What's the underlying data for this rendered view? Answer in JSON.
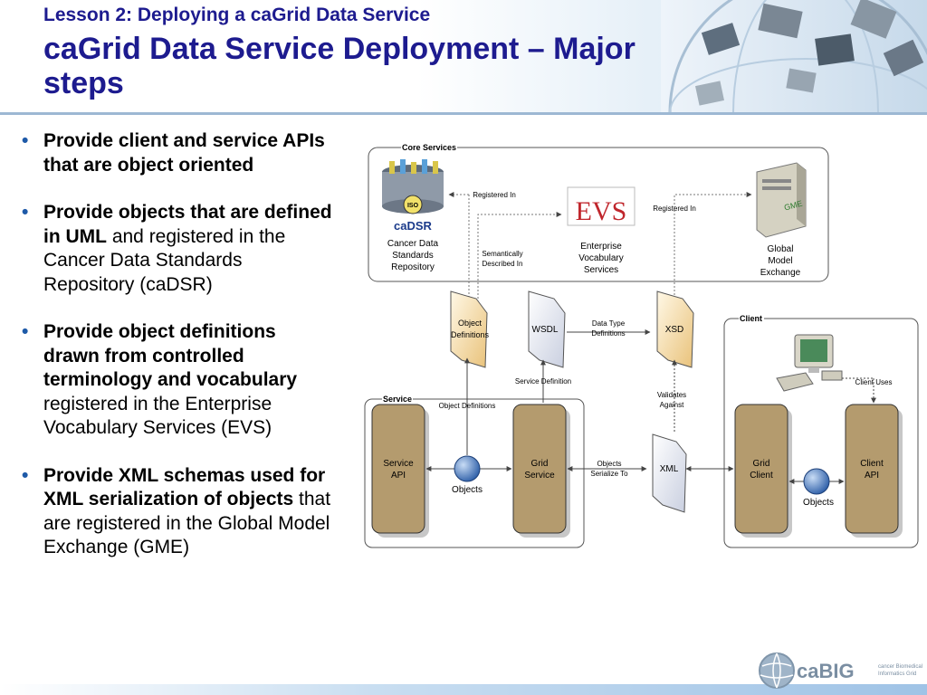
{
  "slide": {
    "lesson": "Lesson 2: Deploying a caGrid Data Service",
    "title": "caGrid Data Service Deployment – Major steps"
  },
  "bullets": [
    {
      "bold": "Provide client and service APIs that are object oriented",
      "rest": ""
    },
    {
      "bold": "Provide objects that are defined in UML",
      "rest": " and registered in the Cancer Data Standards Repository (caDSR)"
    },
    {
      "bold": "Provide object definitions drawn from controlled terminology and vocabulary",
      "rest": " registered in the Enterprise Vocabulary Services (EVS)"
    },
    {
      "bold": "Provide XML schemas used for XML serialization of objects",
      "rest": " that are registered in the Global Model Exchange (GME)"
    }
  ],
  "diagram": {
    "core_services_label": "Core Services",
    "service_label": "Service",
    "client_label": "Client",
    "cadsr_logo": "caDSR",
    "cadsr_iso": "ISO",
    "cadsr_caption": [
      "Cancer Data",
      "Standards",
      "Repository"
    ],
    "evs_logo": "EVS",
    "evs_caption": [
      "Enterprise",
      "Vocabulary",
      "Services"
    ],
    "gme_badge": "GME",
    "gme_caption": [
      "Global",
      "Model",
      "Exchange"
    ],
    "registered_in_1": "Registered In",
    "registered_in_2": "Registered In",
    "semantically_described_in": [
      "Semantically",
      "Described In"
    ],
    "object_definitions_doc": [
      "Object",
      "Definitions"
    ],
    "wsdl_doc": "WSDL",
    "xsd_doc": "XSD",
    "xml_doc": "XML",
    "data_type_definitions": [
      "Data Type",
      "Definitions"
    ],
    "service_definition": "Service Definition",
    "validates_against": [
      "Validates",
      "Against"
    ],
    "object_definitions_edge": "Object Definitions",
    "objects_serialize_to": [
      "Objects",
      "Serialize To"
    ],
    "client_uses": "Client Uses",
    "service_api": [
      "Service",
      "API"
    ],
    "grid_service": [
      "Grid",
      "Service"
    ],
    "grid_client": [
      "Grid",
      "Client"
    ],
    "client_api": [
      "Client",
      "API"
    ],
    "objects_service": "Objects",
    "objects_client": "Objects"
  },
  "footer": {
    "logo_text": "caBIG",
    "logo_tagline": [
      "cancer Biomedical",
      "Informatics Grid"
    ]
  },
  "colors": {
    "title": "#1d1b8f",
    "bullet_dot": "#1e5aa8",
    "component_fill": "#b49b6e",
    "evs_red": "#c0262c",
    "cadsr_blue": "#1a3a8a"
  }
}
